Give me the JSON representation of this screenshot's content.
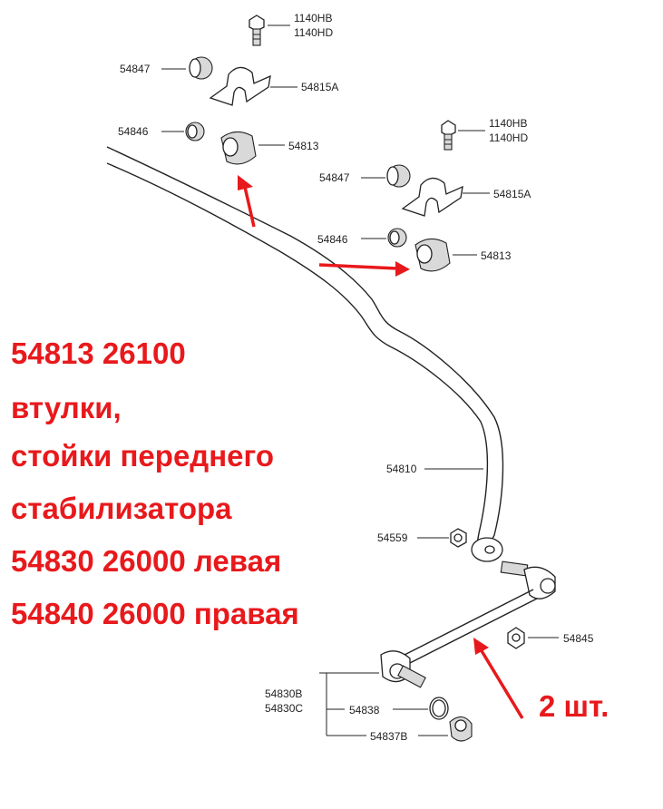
{
  "labels": {
    "bolt_a_1": "1140HB",
    "bolt_a_2": "1140HD",
    "bolt_b_1": "1140HB",
    "bolt_b_2": "1140HD",
    "p54847_a": "54847",
    "p54815a_a": "54815A",
    "p54846_a": "54846",
    "p54813_a": "54813",
    "p54847_b": "54847",
    "p54815a_b": "54815A",
    "p54846_b": "54846",
    "p54813_b": "54813",
    "p54810": "54810",
    "p54559": "54559",
    "p54845": "54845",
    "p54830b": "54830B",
    "p54830c": "54830C",
    "p54838": "54838",
    "p54837b": "54837B"
  },
  "overlay": {
    "line1": "54813 26100",
    "line2": "втулки,",
    "line3": "стойки переднего",
    "line4": "стабилизатора",
    "line5": "54830 26000  левая",
    "line6": "54840 26000  правая",
    "qty": "2 шт."
  },
  "colors": {
    "accent": "#e8191c",
    "ink": "#222222"
  }
}
